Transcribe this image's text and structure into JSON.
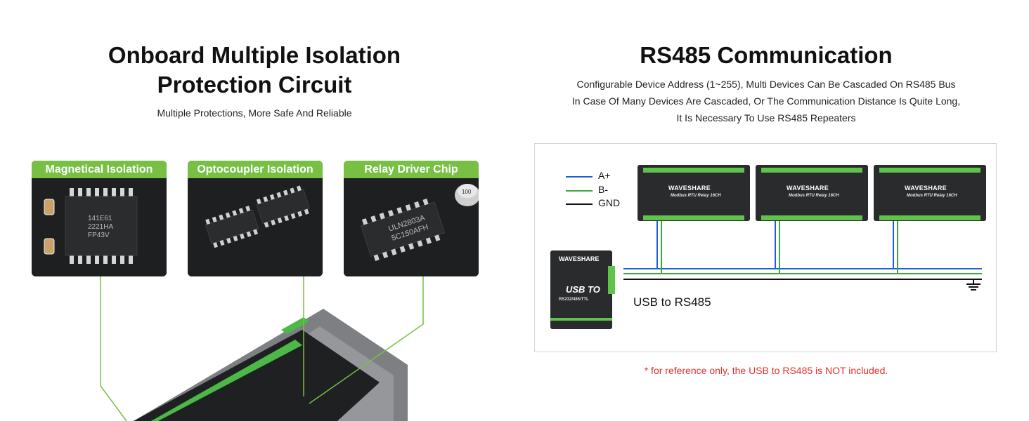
{
  "left": {
    "title_line1": "Onboard Multiple Isolation",
    "title_line2": "Protection Circuit",
    "subtitle": "Multiple Protections, More Safe And Reliable",
    "cards": [
      {
        "label": "Magnetical Isolation",
        "chip_text": [
          "141E61",
          "2221HA",
          "FP43V"
        ]
      },
      {
        "label": "Optocoupler Isolation"
      },
      {
        "label": "Relay Driver Chip",
        "chip_text": [
          "ULN2803A",
          "5C150AFH"
        ],
        "capacitor_text": "100"
      }
    ],
    "accent_color": "#77c044"
  },
  "right": {
    "title": "RS485 Communication",
    "desc_lines": [
      "Configurable Device Address (1~255), Multi Devices Can Be Cascaded On RS485 Bus",
      "In Case Of Many Devices Are Cascaded, Or The Communication Distance Is Quite Long,",
      "It Is Necessary To Use RS485 Repeaters"
    ],
    "diagram": {
      "legend": [
        {
          "label": "A+",
          "color": "#1f5fd6"
        },
        {
          "label": "B-",
          "color": "#3aa83a"
        },
        {
          "label": "GND",
          "color": "#111111"
        }
      ],
      "relay_modules": [
        {
          "brand": "WAVESHARE",
          "model": "Modbus RTU Relay 16CH"
        },
        {
          "brand": "WAVESHARE",
          "model": "Modbus RTU Relay 16CH"
        },
        {
          "brand": "WAVESHARE",
          "model": "Modbus RTU Relay 16CH"
        }
      ],
      "usb_device": {
        "brand": "WAVESHARE",
        "title": "USB TO",
        "subtitle": "RS232/485/TTL"
      },
      "usb_label": "USB to RS485"
    },
    "note": "* for reference only, the USB to RS485 is NOT included."
  }
}
